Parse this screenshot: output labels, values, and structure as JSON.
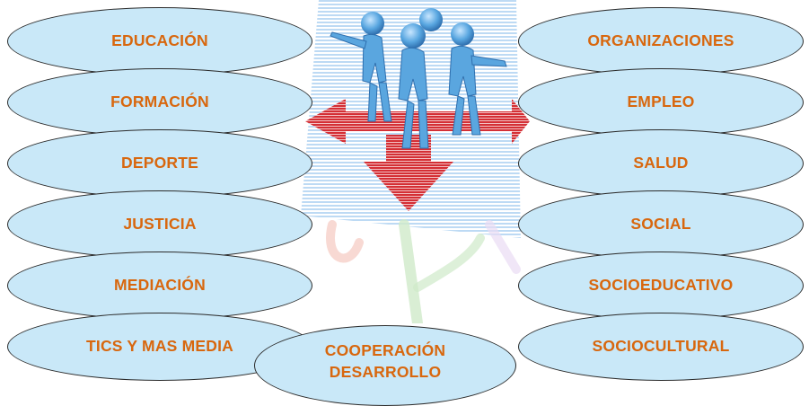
{
  "left_nodes": [
    {
      "label": "EDUCACIÓN"
    },
    {
      "label": "FORMACIÓN"
    },
    {
      "label": "DEPORTE"
    },
    {
      "label": "JUSTICIA"
    },
    {
      "label": "MEDIACIÓN"
    },
    {
      "label": "TICS Y MAS MEDIA"
    }
  ],
  "right_nodes": [
    {
      "label": "ORGANIZACIONES"
    },
    {
      "label": "EMPLEO"
    },
    {
      "label": "SALUD"
    },
    {
      "label": "SOCIAL"
    },
    {
      "label": "SOCIOEDUCATIVO"
    },
    {
      "label": "SOCIOCULTURAL"
    }
  ],
  "bottom_node": {
    "line1": "COOPERACIÓN",
    "line2": "DESARROLLO"
  },
  "colors": {
    "oval_fill": "#c9e8f8",
    "oval_border": "#2b2b2b",
    "text": "#d8670e",
    "figures": "#5aa6df",
    "arrows": "#d42f35"
  },
  "center_image": {
    "icon": "people-on-crossroads-arrows-icon"
  }
}
